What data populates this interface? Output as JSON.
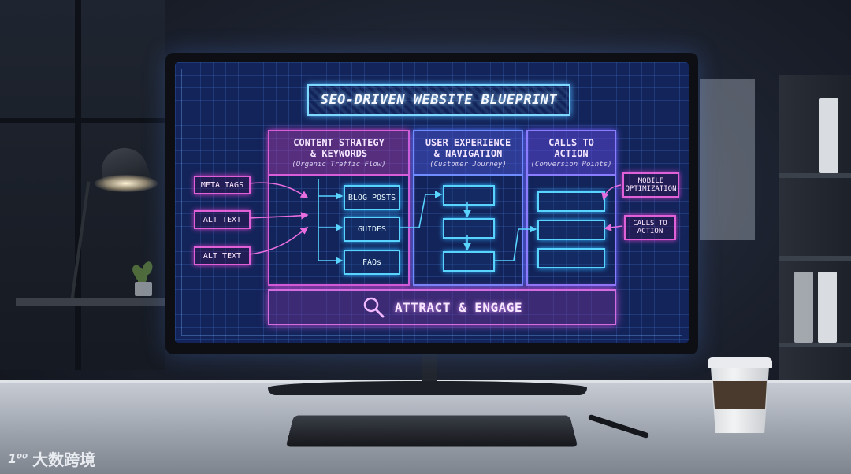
{
  "blueprint": {
    "title": "SEO-DRIVEN WEBSITE BLUEPRINT",
    "columns": [
      {
        "title": "CONTENT STRATEGY\n& KEYWORDS",
        "subtitle": "(Organic Traffic Flow)"
      },
      {
        "title": "USER EXPERIENCE\n& NAVIGATION",
        "subtitle": "(Customer Journey)"
      },
      {
        "title": "CALLS TO\nACTION",
        "subtitle": "(Conversion Points)"
      }
    ],
    "left_tags": [
      "META TAGS",
      "ALT TEXT",
      "ALT TEXT"
    ],
    "content_items": [
      "BLOG POSTS",
      "GUIDES",
      "FAQs"
    ],
    "right_tags": [
      "MOBILE\nOPTIMIZATION",
      "CALLS TO\nACTION"
    ],
    "footer": "ATTRACT & ENGAGE"
  },
  "watermark": {
    "logo": "1⁰⁰",
    "text": "大数跨境"
  },
  "colors": {
    "screen_bg": "#13245a",
    "magenta_neon": "#d95cd8",
    "cyan_neon": "#58d4ff",
    "violet_neon": "#8a7dff"
  },
  "icons": [
    "search-icon"
  ]
}
